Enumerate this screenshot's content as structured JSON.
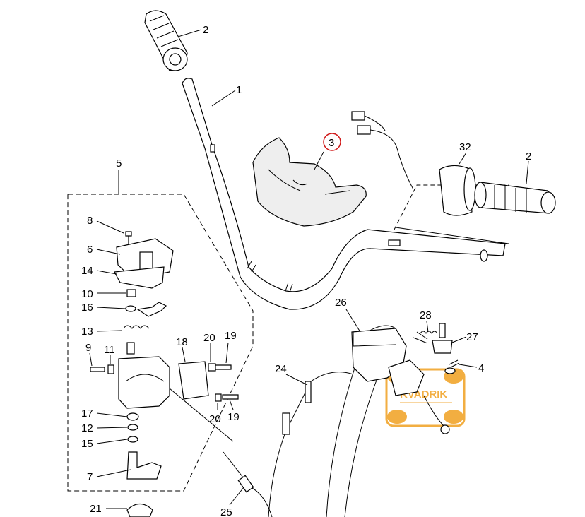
{
  "diagram": {
    "highlighted_part": "3",
    "watermark": {
      "brand": "KVADRIK",
      "color": "#f0a020"
    },
    "labels": {
      "p1": "1",
      "p2a": "2",
      "p2b": "2",
      "p3": "3",
      "p4": "4",
      "p5": "5",
      "p6": "6",
      "p7": "7",
      "p8": "8",
      "p9": "9",
      "p10": "10",
      "p11": "11",
      "p12": "12",
      "p13": "13",
      "p14": "14",
      "p15": "15",
      "p16": "16",
      "p17": "17",
      "p18": "18",
      "p19a": "19",
      "p19b": "19",
      "p20a": "20",
      "p20b": "20",
      "p21": "21",
      "p24": "24",
      "p25": "25",
      "p26": "26",
      "p27": "27",
      "p28": "28",
      "p32": "32"
    }
  }
}
